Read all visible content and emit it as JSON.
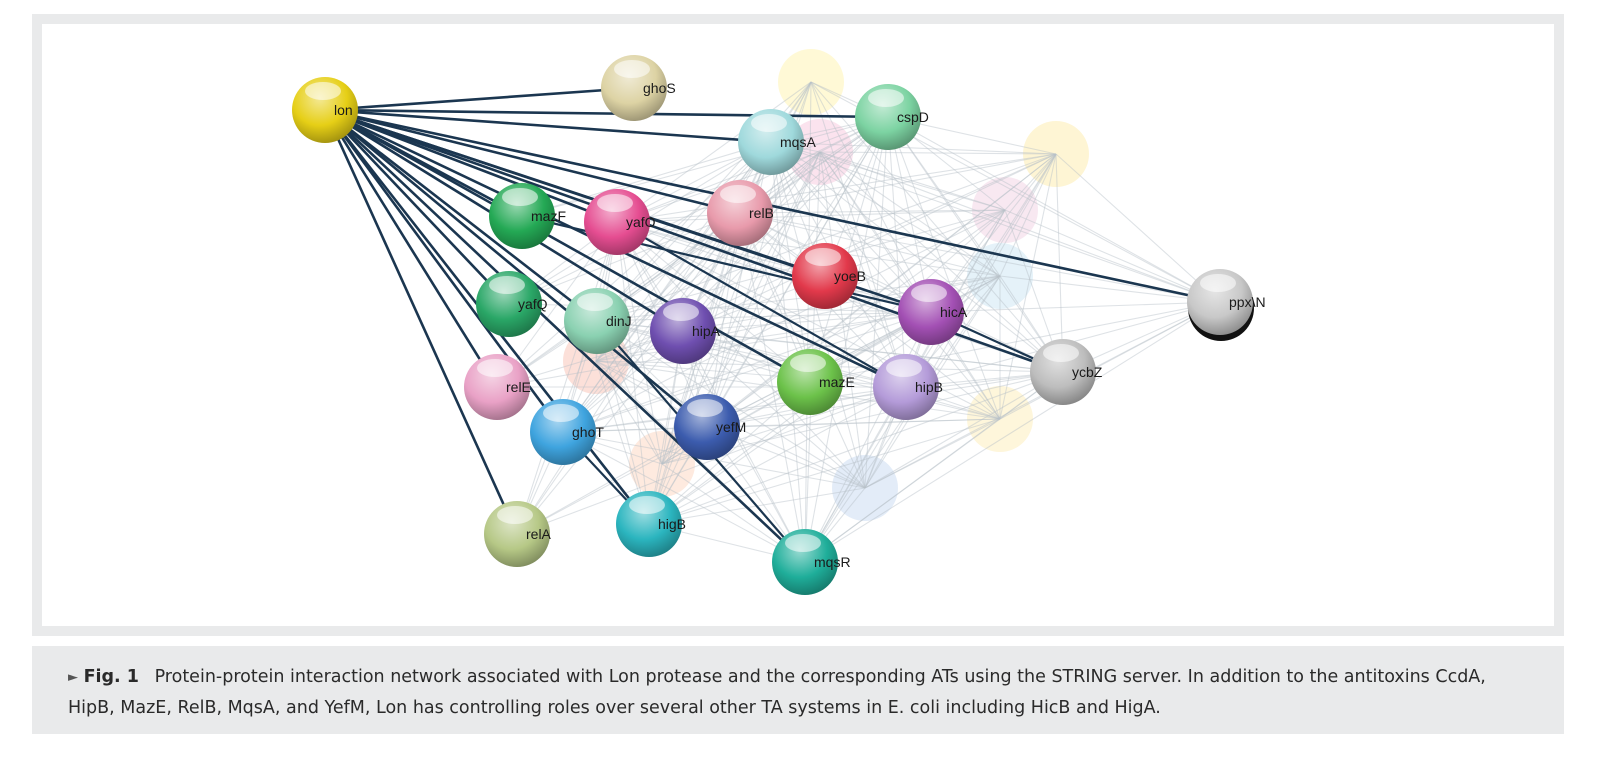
{
  "caption": {
    "marker": "►",
    "label": "Fig. 1",
    "text": "Protein-protein interaction network associated with Lon protease and the corresponding ATs using the STRING server. In addition to the antitoxins CcdA, HipB, MazE, RelB, MqsA, and YefM, Lon has controlling roles over several other TA systems in E. coli including HicB and HigA."
  },
  "network": {
    "hub": "lon",
    "colors": {
      "edge_primary": "#1b3650",
      "edge_secondary": "#b8c1c8"
    },
    "nodes": [
      {
        "id": "lon",
        "label": "lon",
        "color": "#e6cf16"
      },
      {
        "id": "ghoS",
        "label": "ghoS",
        "color": "#ddd3a4"
      },
      {
        "id": "mqsA",
        "label": "mqsA",
        "color": "#9fd9dc"
      },
      {
        "id": "cspD",
        "label": "cspD",
        "color": "#7cd3a2"
      },
      {
        "id": "mazF",
        "label": "mazF",
        "color": "#24a955"
      },
      {
        "id": "yafO",
        "label": "yafO",
        "color": "#e54d91"
      },
      {
        "id": "relB",
        "label": "relB",
        "color": "#e89aab"
      },
      {
        "id": "yoeB",
        "label": "yoeB",
        "color": "#e2394b"
      },
      {
        "id": "hicA",
        "label": "hicA",
        "color": "#a350b4"
      },
      {
        "id": "ppx",
        "label": "ppx\\N",
        "color": "#c8c8c8"
      },
      {
        "id": "yafQ",
        "label": "yafQ",
        "color": "#2aa767"
      },
      {
        "id": "dinJ",
        "label": "dinJ",
        "color": "#8ad1b1"
      },
      {
        "id": "hipA",
        "label": "hipA",
        "color": "#6f4fb0"
      },
      {
        "id": "mazE",
        "label": "mazE",
        "color": "#6cc24a"
      },
      {
        "id": "hipB",
        "label": "hipB",
        "color": "#b49bd9"
      },
      {
        "id": "ycbZ",
        "label": "ycbZ",
        "color": "#bdbdbd"
      },
      {
        "id": "relE",
        "label": "relE",
        "color": "#e9a1c6"
      },
      {
        "id": "ghoT",
        "label": "ghoT",
        "color": "#3fa4df"
      },
      {
        "id": "yefM",
        "label": "yefM",
        "color": "#3c5cae"
      },
      {
        "id": "relA",
        "label": "relA",
        "color": "#b6c886"
      },
      {
        "id": "higB",
        "label": "higB",
        "color": "#2bb5bf"
      },
      {
        "id": "mqsR",
        "label": "mqsR",
        "color": "#1fae9a"
      }
    ],
    "ghost_nodes": [
      {
        "color": "#fff7c8"
      },
      {
        "color": "#f9d9e8"
      },
      {
        "color": "#fdf2c6"
      },
      {
        "color": "#f6e0ec"
      },
      {
        "color": "#dcedf7"
      },
      {
        "color": "#fbd6cc"
      },
      {
        "color": "#fde3d4"
      },
      {
        "color": "#d9e6f6"
      },
      {
        "color": "#fdf3cf"
      }
    ],
    "edges_from_hub": [
      "ghoS",
      "mqsA",
      "cspD",
      "mazF",
      "yafO",
      "relB",
      "yoeB",
      "hicA",
      "ppx",
      "yafQ",
      "dinJ",
      "hipA",
      "mazE",
      "hipB",
      "relE",
      "ghoT",
      "yefM",
      "relA",
      "higB",
      "mqsR",
      "ycbZ"
    ]
  }
}
